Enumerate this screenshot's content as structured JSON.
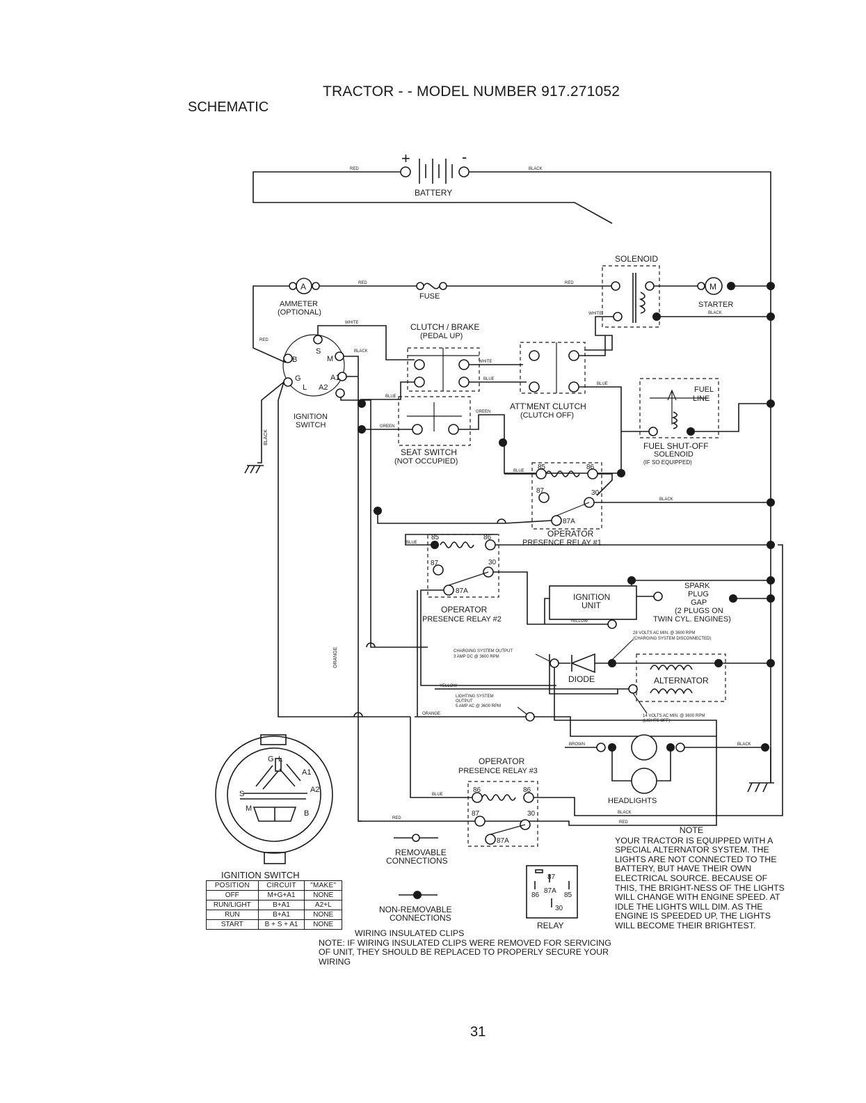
{
  "header": {
    "title": "TRACTOR - - MODEL NUMBER 917.271052",
    "section": "SCHEMATIC"
  },
  "components": {
    "battery": "BATTERY",
    "battery_plus": "+",
    "battery_minus": "-",
    "solenoid": "SOLENOID",
    "starter": "STARTER",
    "starter_m": "M",
    "ammeter": "AMMETER",
    "ammeter_opt": "(OPTIONAL)",
    "ammeter_a": "A",
    "fuse": "FUSE",
    "clutch_brake": "CLUTCH / BRAKE",
    "clutch_brake_sub": "(PEDAL UP)",
    "attment_clutch": "ATT'MENT CLUTCH",
    "attment_clutch_sub": "(CLUTCH OFF)",
    "fuel_line_1": "FUEL",
    "fuel_line_2": "LINE",
    "fuel_solenoid_1": "FUEL SHUT-OFF",
    "fuel_solenoid_2": "SOLENOID",
    "fuel_solenoid_3": "(IF SO EQUIPPED)",
    "ignition_switch_1": "IGNITION",
    "ignition_switch_2": "SWITCH",
    "seat_switch_1": "SEAT SWITCH",
    "seat_switch_2": "(NOT OCCUPIED)",
    "opr1_1": "OPERATOR",
    "opr1_2": "PRESENCE RELAY #1",
    "opr2_1": "OPERATOR",
    "opr2_2": "PRESENCE RELAY #2",
    "opr3_1": "OPERATOR",
    "opr3_2": "PRESENCE RELAY #3",
    "ignition_unit_1": "IGNITION",
    "ignition_unit_2": "UNIT",
    "spark_1": "SPARK",
    "spark_2": "PLUG",
    "spark_3": "GAP",
    "spark_4": "(2 PLUGS ON",
    "spark_5": "TWIN CYL. ENGINES)",
    "alt_note_1": "28 VOLTS AC MIN. @ 3600 RPM",
    "alt_note_2": "(CHARGING SYSTEM DISCONNECTED)",
    "charging_1": "CHARGING SYSTEM OUTPUT",
    "charging_2": "3 AMP DC @ 3600 RPM",
    "diode": "DIODE",
    "alternator": "ALTERNATOR",
    "lighting_1": "LIGHTING SYSTEM",
    "lighting_2": "OUTPUT",
    "lighting_3": "5 AMP AC @ 3600 RPM",
    "alt_note_3": "14 VOLTS AC MIN. @ 3600 RPM",
    "alt_note_4": "(LIGHTS OFF)",
    "headlights": "HEADLIGHTS",
    "removable": "REMOVABLE",
    "connections": "CONNECTIONS",
    "nonremovable": "NON-REMOVABLE",
    "relay": "RELAY",
    "ign_switch_title": "IGNITION SWITCH",
    "pin_87": "87",
    "pin_87a": "87A",
    "pin_86": "86",
    "pin_85": "85",
    "pin_30": "30"
  },
  "switch_letters": {
    "b": "B",
    "s": "S",
    "m": "M",
    "g": "G",
    "l": "L",
    "a1": "A1",
    "a2": "A2"
  },
  "wires": {
    "red": "RED",
    "black": "BLACK",
    "white": "WHITE",
    "blue": "BLUE",
    "green": "GREEN",
    "yellow": "YELLOW",
    "orange": "ORANGE",
    "brown": "BROWN"
  },
  "ignition_table": {
    "headers": [
      "POSITION",
      "CIRCUIT",
      "\"MAKE\""
    ],
    "rows": [
      [
        "OFF",
        "M+G+A1",
        "NONE"
      ],
      [
        "RUN/LIGHT",
        "B+A1",
        "A2+L"
      ],
      [
        "RUN",
        "B+A1",
        "NONE"
      ],
      [
        "START",
        "B + S + A1",
        "NONE"
      ]
    ]
  },
  "notes": {
    "clips_title": "WIRING INSULATED CLIPS",
    "clips_body": "NOTE: IF WIRING INSULATED CLIPS WERE REMOVED FOR SERVICING OF UNIT, THEY SHOULD BE REPLACED TO PROPERLY SECURE YOUR WIRING",
    "note_title": "NOTE",
    "note_body": "YOUR TRACTOR IS EQUIPPED WITH A SPECIAL ALTERNATOR SYSTEM. THE LIGHTS ARE NOT CONNECTED TO THE BATTERY, BUT HAVE THEIR OWN ELECTRICAL SOURCE. BECAUSE OF THIS, THE BRIGHT-NESS OF THE LIGHTS WILL CHANGE WITH ENGINE SPEED. AT IDLE THE LIGHTS WILL DIM. AS THE ENGINE IS SPEEDED UP, THE LIGHTS WILL BECOME THEIR BRIGHTEST."
  },
  "page_number": "31"
}
